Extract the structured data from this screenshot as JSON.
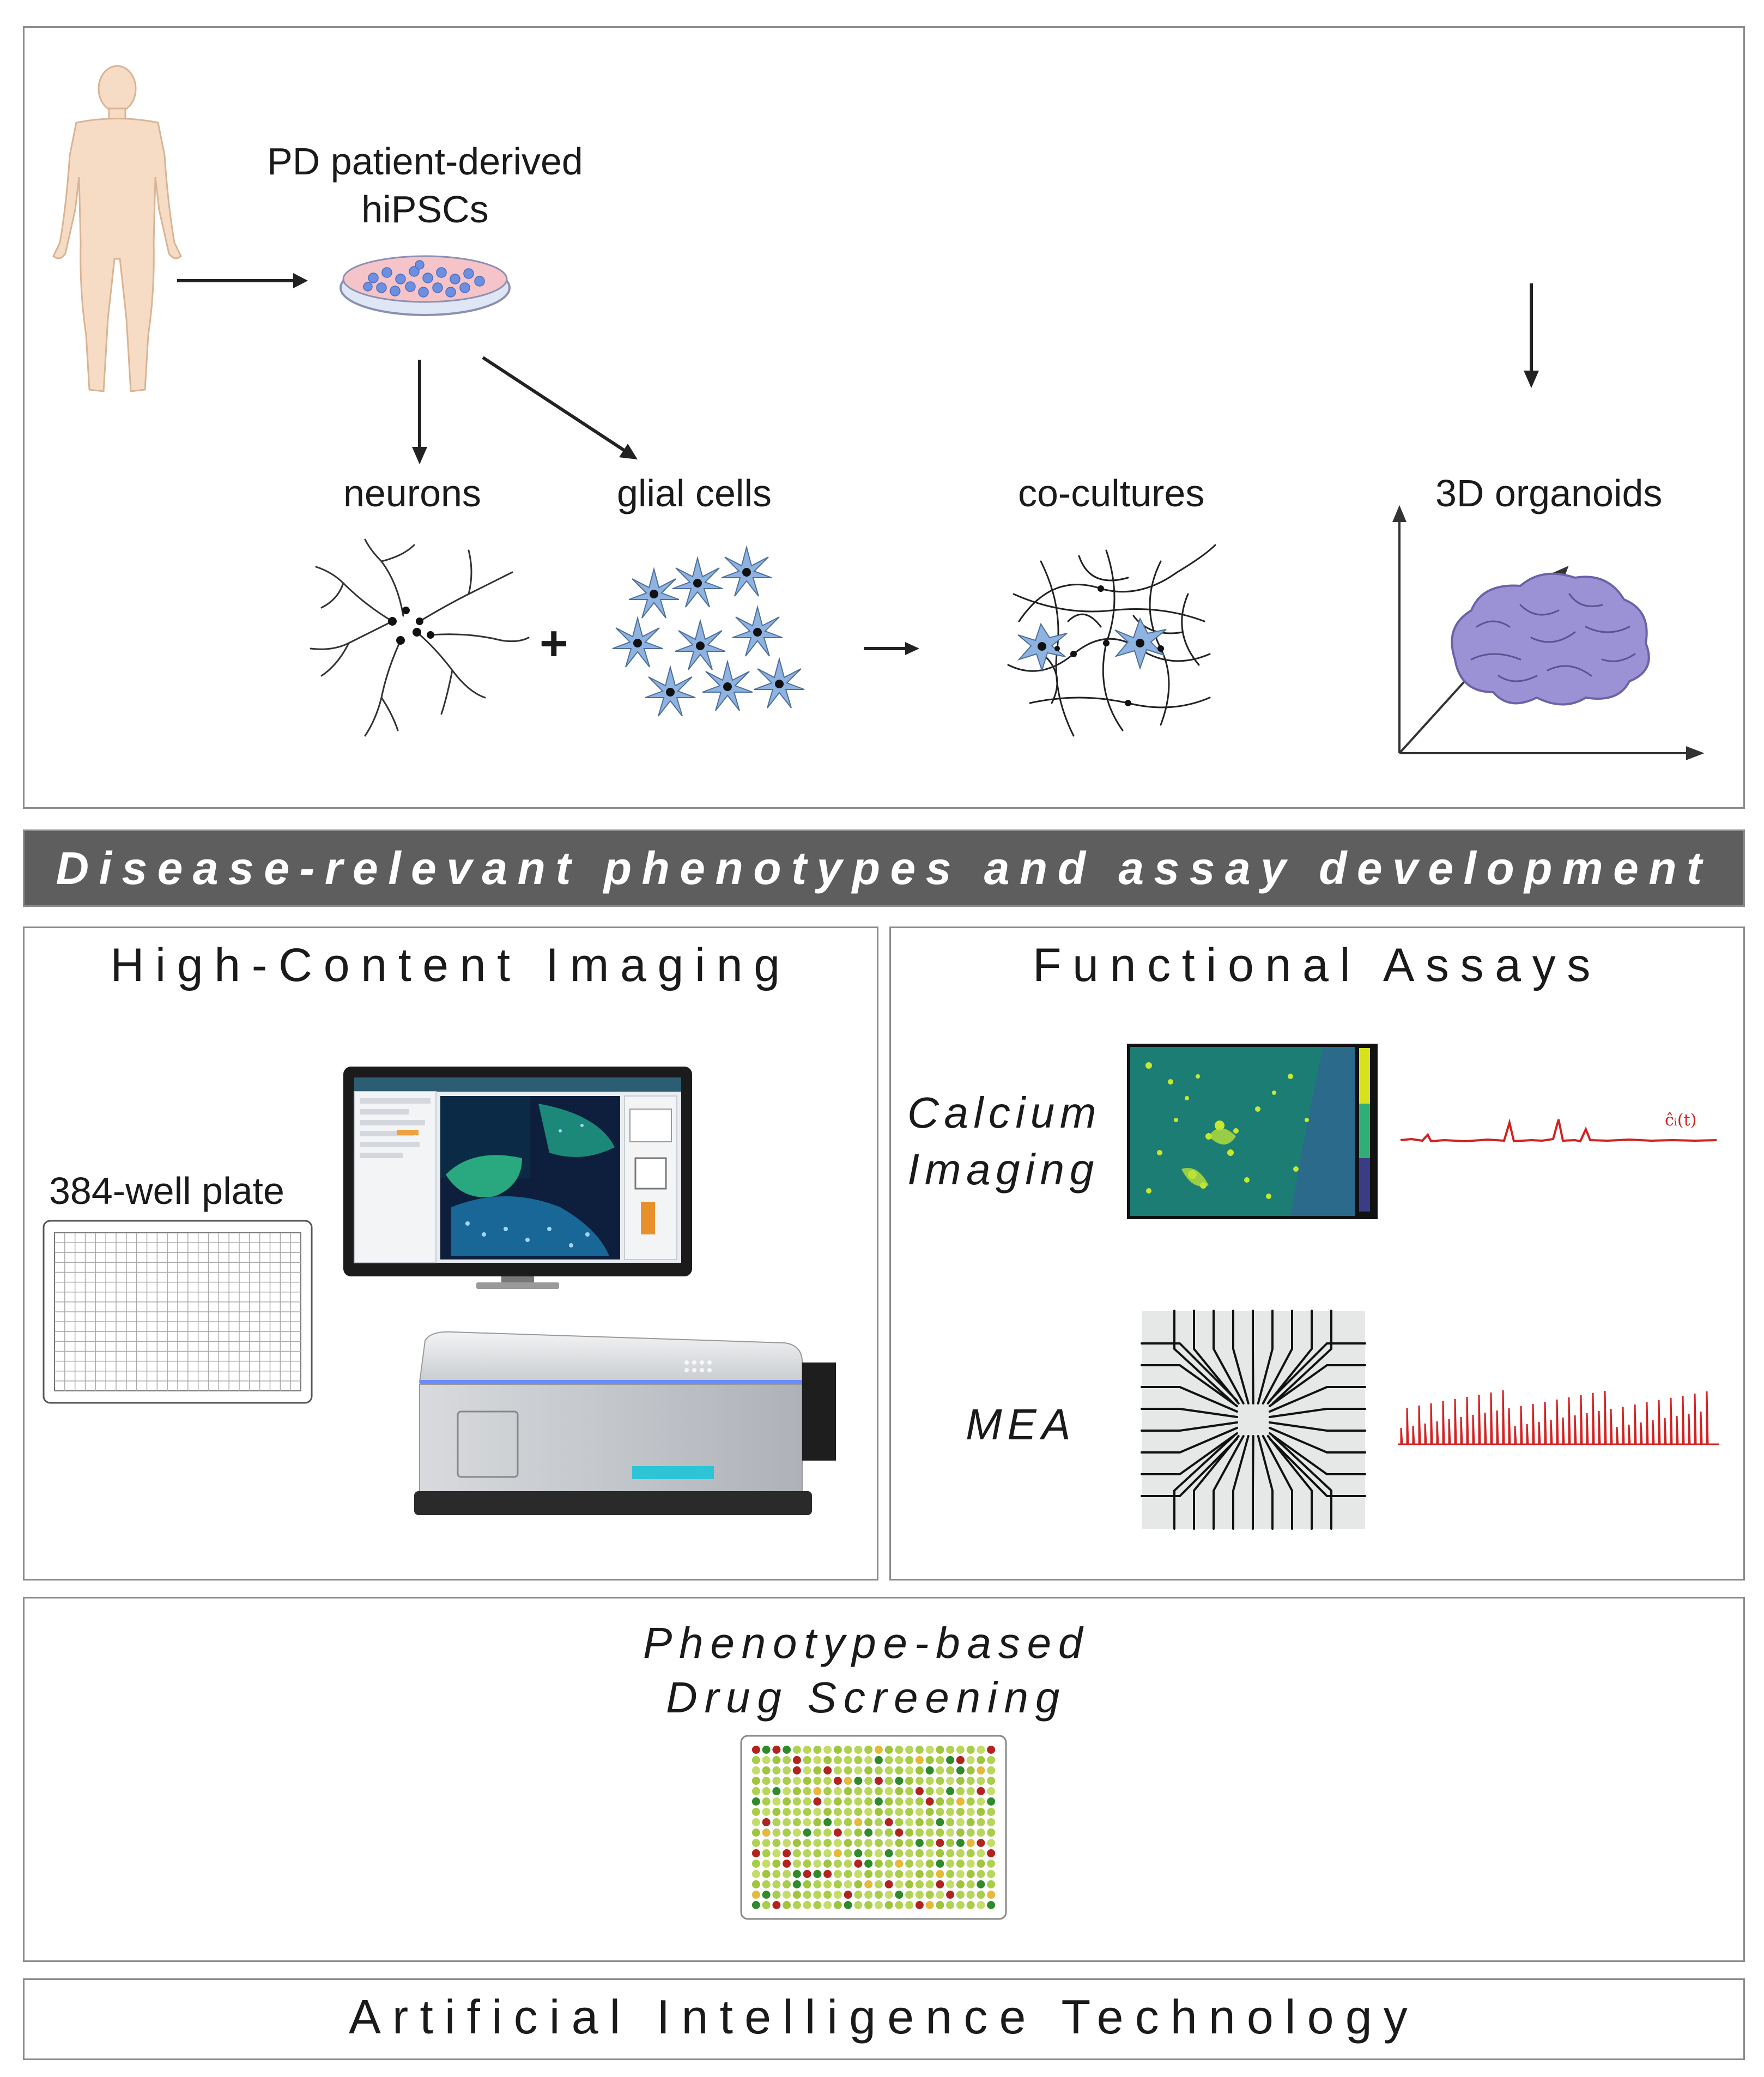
{
  "top": {
    "source_label": "PD patient-derived\nhiPSCs",
    "neurons_label": "neurons",
    "glial_label": "glial cells",
    "coculture_label": "co-cultures",
    "organoids_label": "3D organoids",
    "plus_symbol": "+"
  },
  "banner": {
    "title": "Disease-relevant phenotypes and assay development"
  },
  "hci": {
    "title": "High-Content Imaging",
    "plate_label": "384-well plate"
  },
  "functional": {
    "title": "Functional Assays",
    "calcium_label": "Calcium\nImaging",
    "mea_label": "MEA",
    "trace_label": "ĉᵢ(t)"
  },
  "screening": {
    "title": "Phenotype-based\nDrug Screening"
  },
  "ai": {
    "title": "Artificial Intelligence Technology"
  },
  "colors": {
    "panel_border": "#8c8c8c",
    "banner_bg": "#5e5e5e",
    "glia_blue": "#8fb3e0",
    "organoid_purple": "#9b92d6",
    "trace_red": "#d42020"
  }
}
